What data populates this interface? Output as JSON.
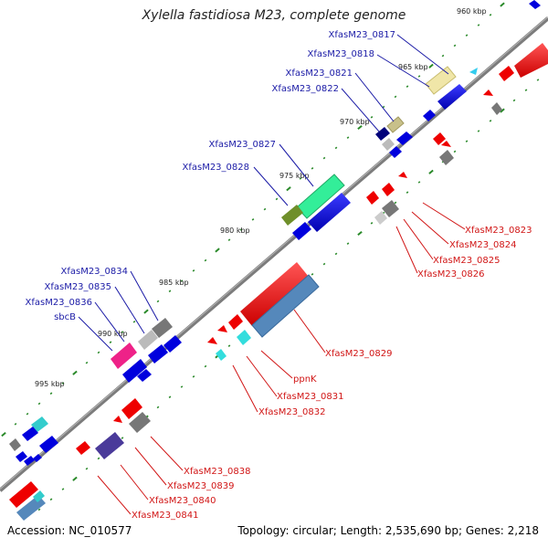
{
  "title": "Xylella fastidiosa M23, complete genome",
  "footer": {
    "accession": "Accession: NC_010577",
    "summary": "Topology: circular; Length: 2,535,690 bp; Genes: 2,218"
  },
  "ticks": [
    "960 kbp",
    "965 kbp",
    "970 kbp",
    "975 kbp",
    "980 kbp",
    "985 kbp",
    "990 kbp",
    "995 kbp"
  ],
  "labels_plus": [
    "XfasM23_0817",
    "XfasM23_0818",
    "XfasM23_0821",
    "XfasM23_0822",
    "XfasM23_0827",
    "XfasM23_0828",
    "XfasM23_0834",
    "XfasM23_0835",
    "XfasM23_0836",
    "sbcB"
  ],
  "labels_minus": [
    "XfasM23_0823",
    "XfasM23_0824",
    "XfasM23_0825",
    "XfasM23_0826",
    "XfasM23_0829",
    "ppnK",
    "XfasM23_0831",
    "XfasM23_0832",
    "XfasM23_0838",
    "XfasM23_0839",
    "XfasM23_0840",
    "XfasM23_0841"
  ],
  "colors": {
    "plus_label": "#1a1aa6",
    "minus_label": "#d11515",
    "backbone": "#808080",
    "cds_plus": "#0000dd",
    "cds_minus": "#ee0000",
    "tick_mark": "#2a8a2a"
  }
}
